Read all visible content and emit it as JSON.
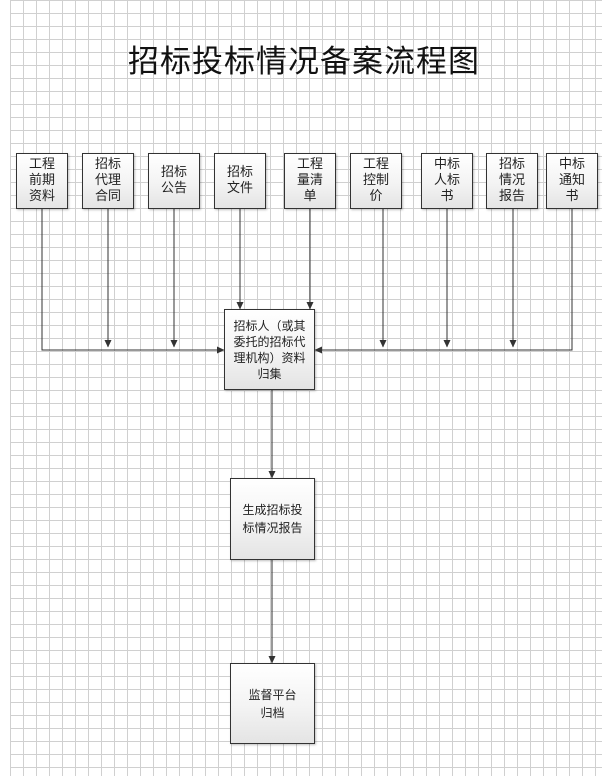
{
  "title": "招标投标情况备案流程图",
  "nodes": {
    "sources": [
      {
        "id": "engineering-prelim",
        "label": "工程前期资料"
      },
      {
        "id": "agency-contract",
        "label": "招标代理合同"
      },
      {
        "id": "tender-notice",
        "label": "招标公告"
      },
      {
        "id": "tender-document",
        "label": "招标文件"
      },
      {
        "id": "bill-of-quantities",
        "label": "工程量清单"
      },
      {
        "id": "control-price",
        "label": "工程控制价"
      },
      {
        "id": "winning-bidder",
        "label": "中标人标书"
      },
      {
        "id": "tender-situation-report",
        "label": "招标情况报告"
      },
      {
        "id": "award-notice",
        "label": "中标通知书"
      }
    ],
    "collect": {
      "label": "招标人（或其委托的招标代理机构）资料归集"
    },
    "report": {
      "label": "生成招标投标情况报告"
    },
    "archive": {
      "label": "监督平台归档"
    }
  },
  "colors": {
    "grid": "#d0d0d0",
    "box_border": "#333333",
    "line": "#333333"
  }
}
